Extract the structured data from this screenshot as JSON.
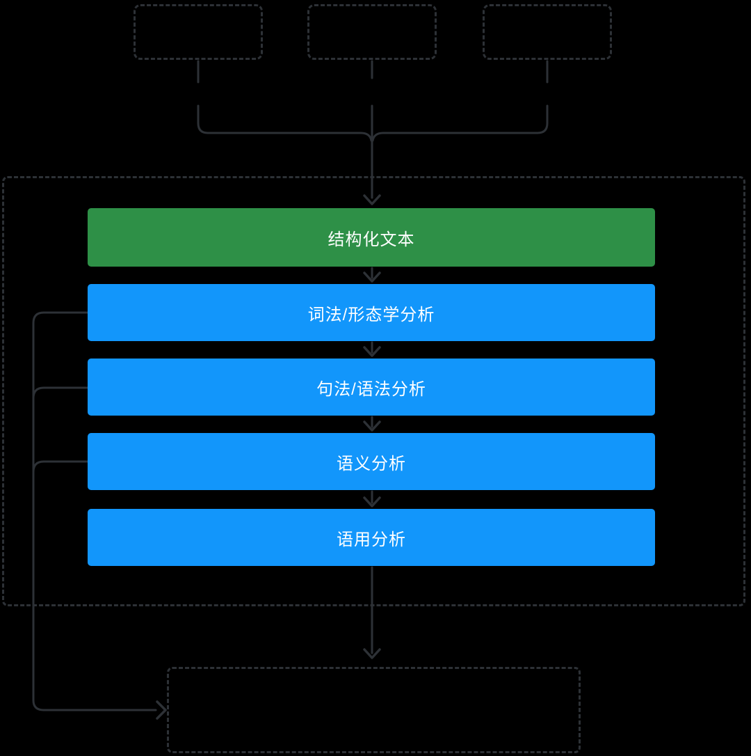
{
  "colors": {
    "background": "#000000",
    "line": "#2d3136",
    "green_node": "#2E9047",
    "blue_node": "#1296FB",
    "node_text": "#ffffff"
  },
  "top_boxes": [
    {
      "label": ""
    },
    {
      "label": ""
    },
    {
      "label": ""
    }
  ],
  "pipeline": {
    "container_label": "",
    "nodes": [
      {
        "id": "structured-text",
        "label": "结构化文本"
      },
      {
        "id": "lexical-morphological-analysis",
        "label": "词法/形态学分析"
      },
      {
        "id": "syntactic-grammatical-analysis",
        "label": "句法/语法分析"
      },
      {
        "id": "semantic-analysis",
        "label": "语义分析"
      },
      {
        "id": "pragmatic-analysis",
        "label": "语用分析"
      }
    ]
  },
  "bottom_box": {
    "label": ""
  }
}
